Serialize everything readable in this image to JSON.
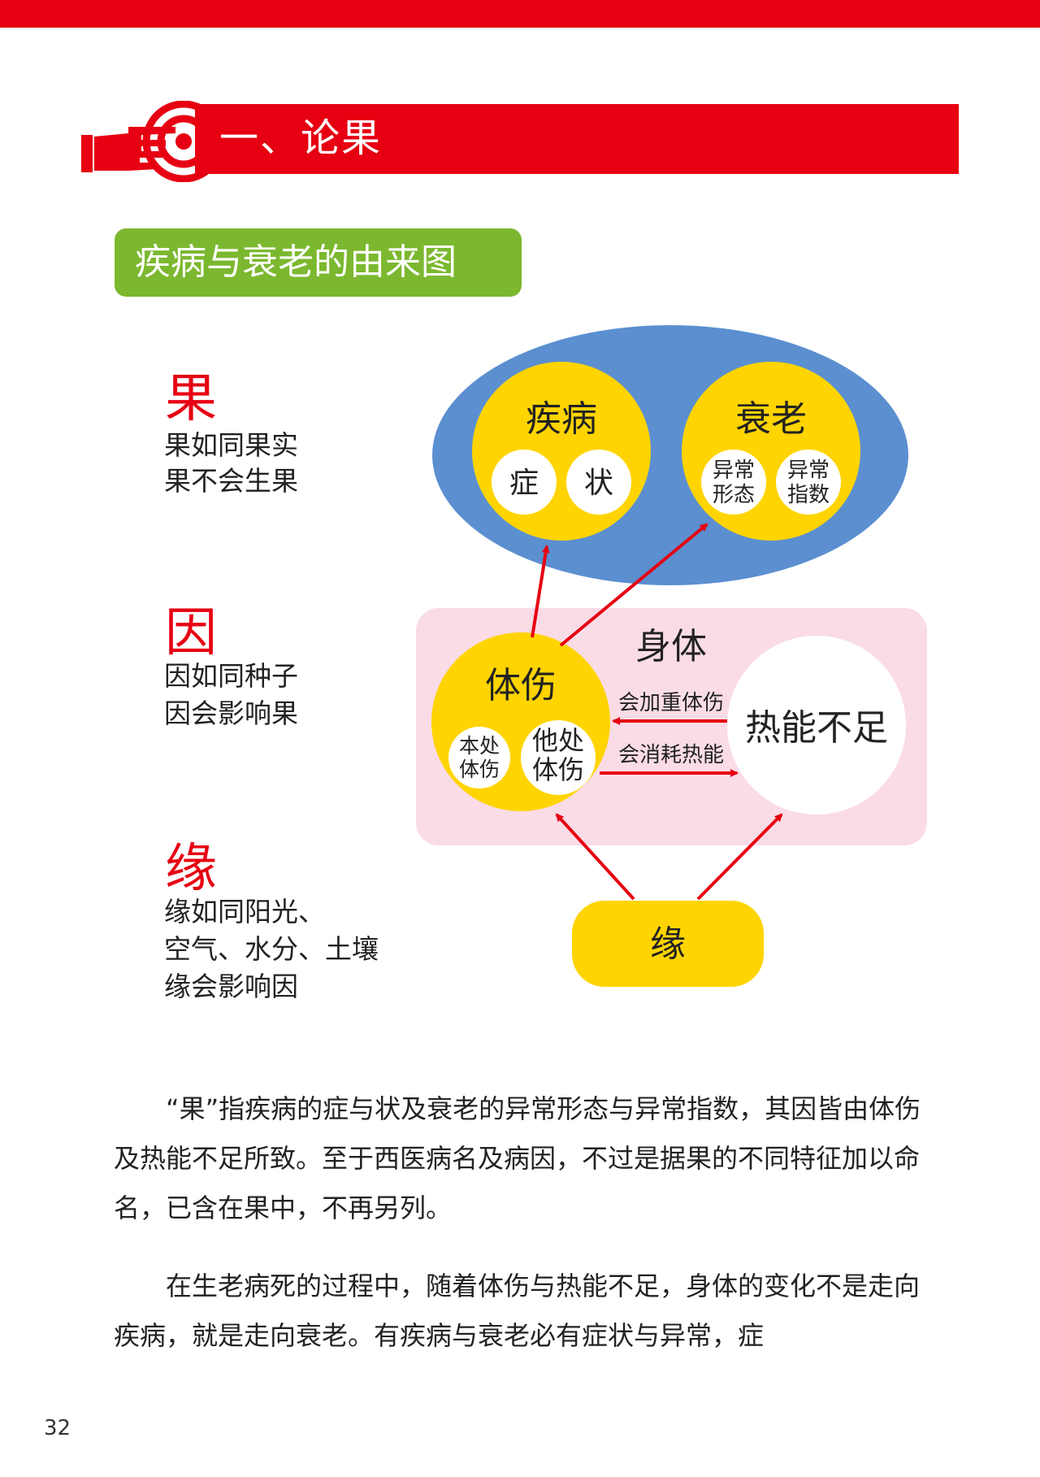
{
  "section": {
    "title": "一、论果"
  },
  "subtitle": "疾病与衰老的由来图",
  "legend": {
    "guo": {
      "head": "果",
      "lines": [
        "果如同果实",
        "果不会生果"
      ]
    },
    "yin": {
      "head": "因",
      "lines": [
        "因如同种子",
        "因会影响果"
      ]
    },
    "yuan": {
      "head": "缘",
      "lines": [
        "缘如同阳光、",
        "空气、水分、土壤",
        "缘会影响因"
      ]
    }
  },
  "diagram": {
    "disease": {
      "label": "疾病",
      "sub1": "症",
      "sub2": "状"
    },
    "aging": {
      "label": "衰老",
      "sub1": [
        "异常",
        "形态"
      ],
      "sub2": [
        "异常",
        "指数"
      ]
    },
    "body": {
      "label": "身体"
    },
    "injury": {
      "label": "体伤",
      "sub1": [
        "本处",
        "体伤"
      ],
      "sub2": [
        "他处",
        "体伤"
      ]
    },
    "heat": {
      "label": "热能不足"
    },
    "arrow_top": "会加重体伤",
    "arrow_bottom": "会消耗热能",
    "yuan": {
      "label": "缘"
    }
  },
  "colors": {
    "red": "#e60012",
    "green": "#7cb82f",
    "blue_ellipse": "#5b8fd0",
    "yellow": "#ffd400",
    "pink": "#fadce6"
  },
  "paragraphs": [
    "“果”指疾病的症与状及衰老的异常形态与异常指数，其因皆由体伤及热能不足所致。至于西医病名及病因，不过是据果的不同特征加以命名，已含在果中，不再另列。",
    "在生老病死的过程中，随着体伤与热能不足，身体的变化不是走向疾病，就是走向衰老。有疾病与衰老必有症状与异常，症"
  ],
  "page_number": "32"
}
